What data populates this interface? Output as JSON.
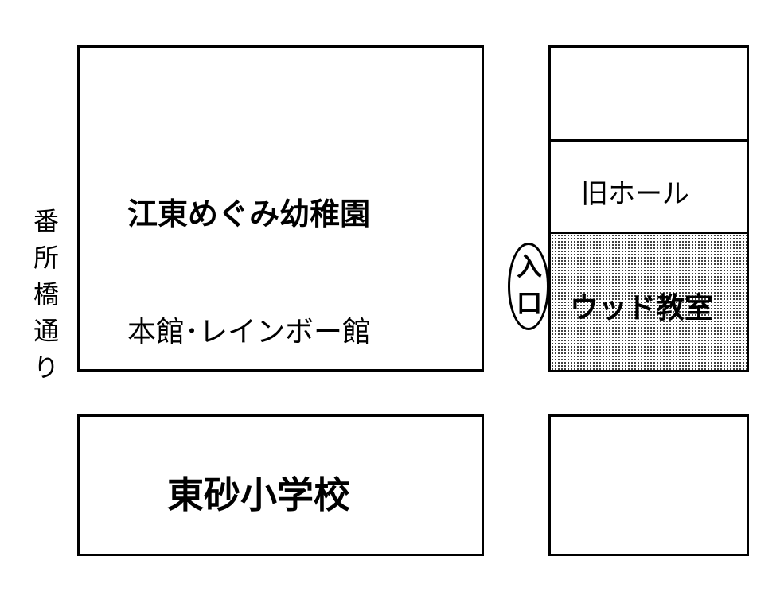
{
  "street": [
    "番",
    "所",
    "橋",
    "通",
    "り"
  ],
  "kindergarten": {
    "name": "江東めぐみ幼稚園",
    "buildings": "本館･レインボー館"
  },
  "old_hall": "旧ホール",
  "wood_classroom": "ウッド教室",
  "entrance": [
    "入",
    "口"
  ],
  "school": "東砂小学校"
}
